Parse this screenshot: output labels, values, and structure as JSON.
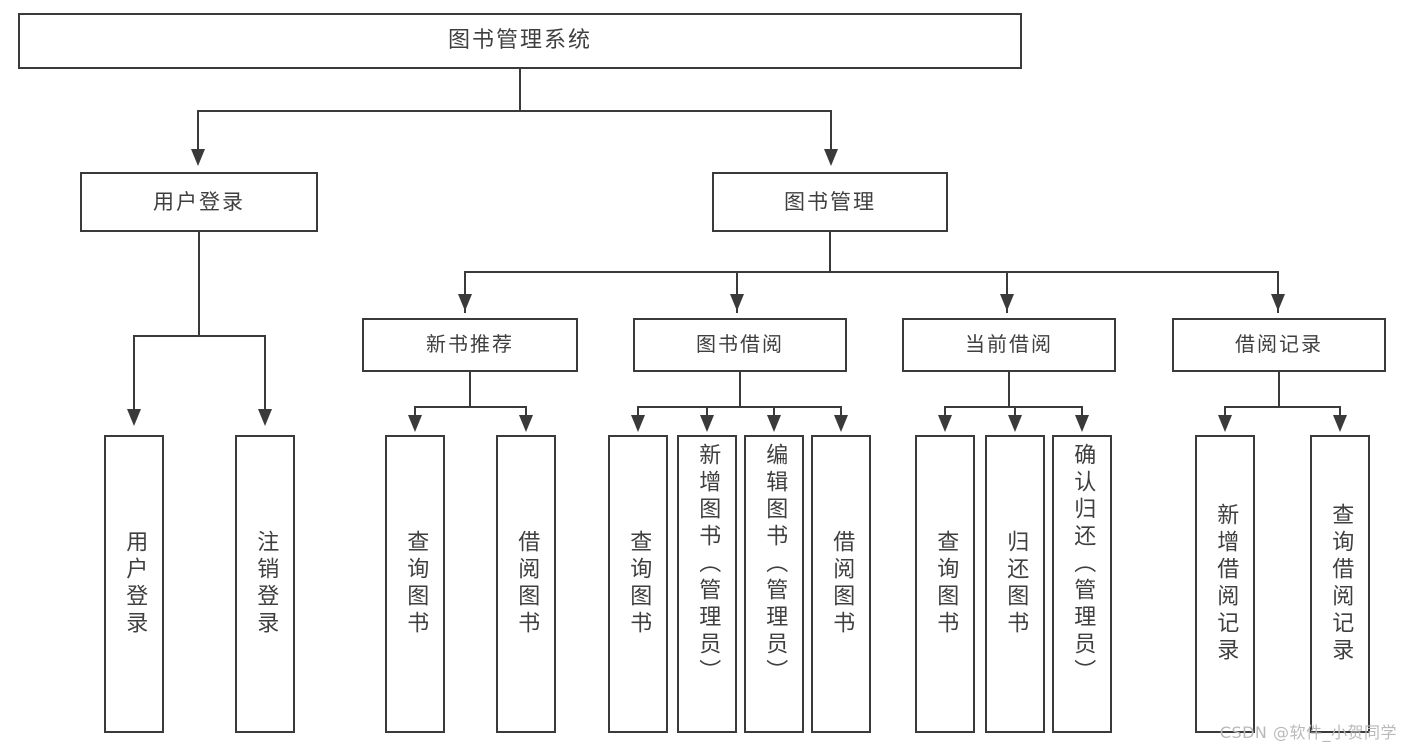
{
  "diagram": {
    "title": "图书管理系统",
    "root": {
      "label": "图书管理系统"
    },
    "level2": [
      {
        "label": "用户登录"
      },
      {
        "label": "图书管理"
      }
    ],
    "level3": [
      {
        "label": "新书推荐"
      },
      {
        "label": "图书借阅"
      },
      {
        "label": "当前借阅"
      },
      {
        "label": "借阅记录"
      }
    ],
    "leaves": {
      "user_login": [
        {
          "label": "用户登录"
        },
        {
          "label": "注销登录"
        }
      ],
      "new_book": [
        {
          "label": "查询图书"
        },
        {
          "label": "借阅图书"
        }
      ],
      "book_borrow": [
        {
          "label": "查询图书"
        },
        {
          "label": "新增图书（管理员）"
        },
        {
          "label": "编辑图书（管理员）"
        },
        {
          "label": "借阅图书"
        }
      ],
      "current_borrow": [
        {
          "label": "查询图书"
        },
        {
          "label": "归还图书"
        },
        {
          "label": "确认归还（管理员）"
        }
      ],
      "borrow_record": [
        {
          "label": "新增借阅记录"
        },
        {
          "label": "查询借阅记录"
        }
      ]
    }
  },
  "watermark": {
    "text": "CSDN @软件_小贺同学"
  },
  "colors": {
    "stroke": "#3a3a3a",
    "text": "#3f3f3f",
    "background": "#ffffff",
    "watermark": "#b9b9b9"
  }
}
